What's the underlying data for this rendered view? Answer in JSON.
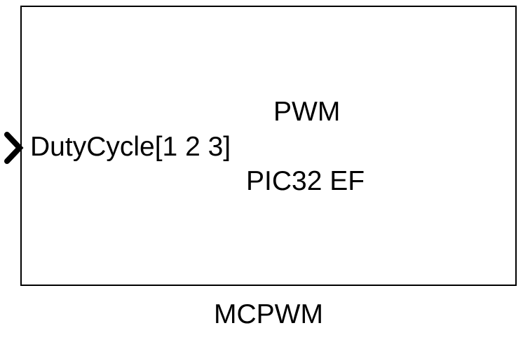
{
  "block": {
    "input_port_label": "DutyCycle[1 2 3]",
    "title_line1": "PWM",
    "title_line2": "PIC32 EF",
    "name": "MCPWM"
  },
  "icons": {
    "input_port": "chevron-right-icon"
  },
  "colors": {
    "stroke": "#000000",
    "background": "#ffffff"
  }
}
